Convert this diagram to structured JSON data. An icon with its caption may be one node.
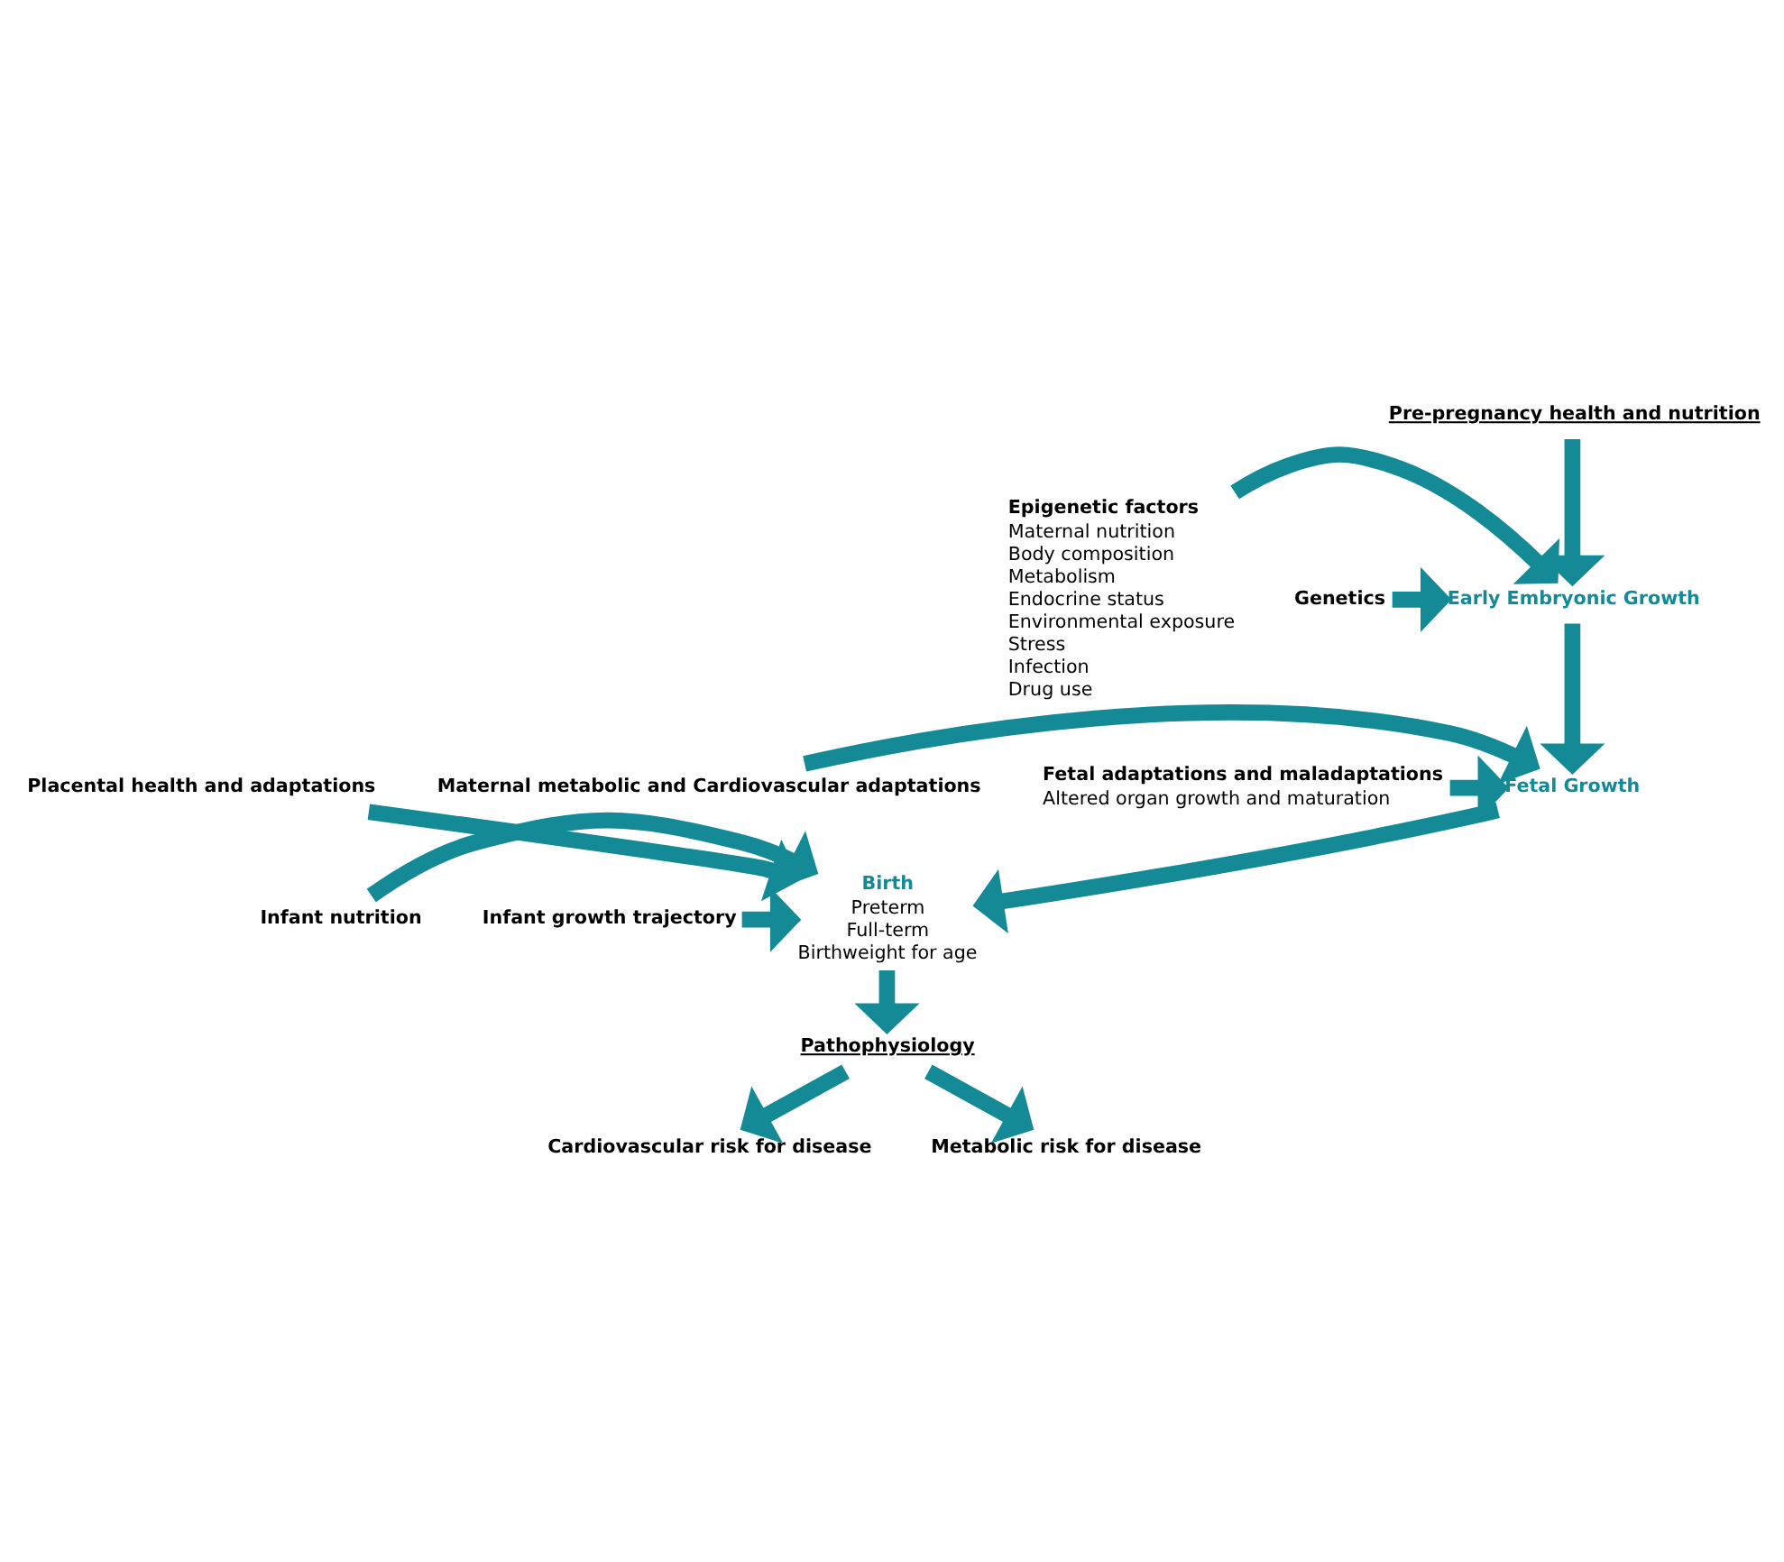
{
  "diagram": {
    "nodes": [
      {
        "text": [
          "Pre-pregnancy health and nutrition"
        ]
      },
      {
        "text": [
          "Epigenetic factors",
          "Maternal nutrition",
          "Body composition",
          "Metabolism",
          "Endocrine status",
          "Environmental exposure",
          "Stress",
          "Infection",
          "Drug use"
        ]
      },
      {
        "text": [
          "Early Embryonic Growth"
        ]
      },
      {
        "text": [
          "Genetics"
        ]
      },
      {
        "text": [
          "Maternal metabolic and Cardiovascular adaptations"
        ]
      },
      {
        "text": [
          "Fetal Growth"
        ]
      },
      {
        "text": [
          "Fetal adaptations and maladaptations",
          "Altered organ growth and maturation"
        ]
      },
      {
        "text": [
          "Placental health and adaptations"
        ]
      },
      {
        "text": [
          "Birth",
          "Preterm",
          "Full-term",
          "Birthweight for age"
        ]
      },
      {
        "text": [
          "Infant nutrition"
        ]
      },
      {
        "text": [
          "Infant growth trajectory"
        ]
      },
      {
        "text": [
          "Pathophysiology"
        ]
      },
      {
        "text": [
          "Cardiovascular risk for disease"
        ]
      },
      {
        "text": [
          "Metabolic risk for disease"
        ]
      }
    ],
    "edges": [
      {
        "from": 0,
        "to": 2,
        "arrow": "to"
      },
      {
        "from": 1,
        "to": 2,
        "arrow": "to"
      },
      {
        "from": 3,
        "to": 2,
        "arrow": "to"
      },
      {
        "from": 2,
        "to": 5,
        "arrow": "to"
      },
      {
        "from": 4,
        "to": 5,
        "arrow": "to"
      },
      {
        "from": 6,
        "to": 5,
        "arrow": "to"
      },
      {
        "from": 5,
        "to": 8,
        "arrow": "to"
      },
      {
        "from": 7,
        "to": 8,
        "arrow": "to"
      },
      {
        "from": 9,
        "to": 8,
        "arrow": "to"
      },
      {
        "from": 10,
        "to": 8,
        "arrow": "to"
      },
      {
        "from": 8,
        "to": 11,
        "arrow": "to"
      },
      {
        "from": 11,
        "to": 12,
        "arrow": "to"
      },
      {
        "from": 11,
        "to": 13,
        "arrow": "to"
      }
    ]
  }
}
